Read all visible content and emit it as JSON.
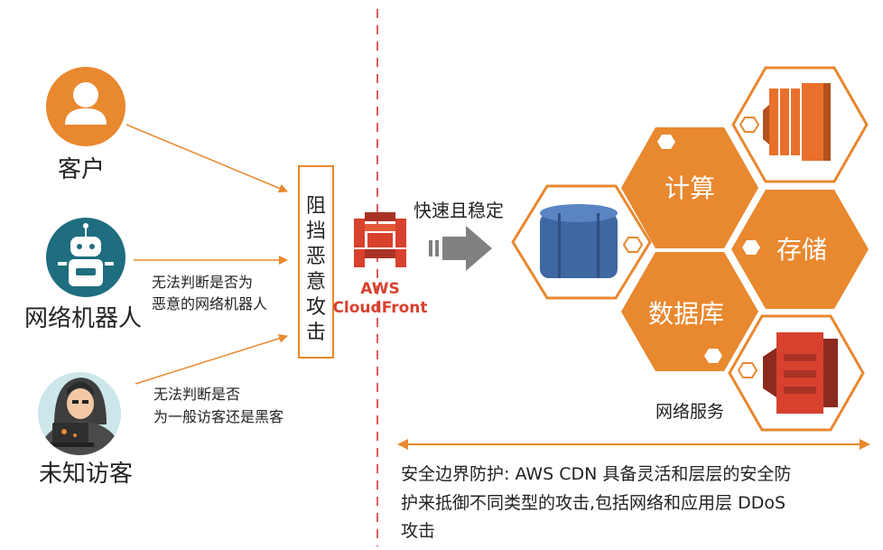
{
  "actors": [
    {
      "label": "客户",
      "icon": "person-icon"
    },
    {
      "label": "网络机器人",
      "icon": "robot-icon"
    },
    {
      "label": "未知访客",
      "icon": "hacker-icon"
    }
  ],
  "notes": {
    "robot_line1": "无法判断是否为",
    "robot_line2": "恶意的网络机器人",
    "unknown_line1": "无法判断是否",
    "unknown_line2": "为一般访客还是黑客"
  },
  "block_box": {
    "text": "阻挡恶意攻击"
  },
  "cloudfront": {
    "line1": "AWS",
    "line2": "CloudFront",
    "icon": "cloudfront-logo-icon"
  },
  "flow_label": "快速且稳定",
  "services": {
    "compute": "计算",
    "storage": "存储",
    "database": "数据库",
    "network": "网络服务"
  },
  "footer": {
    "line1": "安全边界防护: AWS CDN 具备灵活和层层的安全防",
    "line2": "护来抵御不同类型的攻击,包括网络和应用层 DDoS",
    "line3": "攻击"
  },
  "colors": {
    "orange": "#E8882F",
    "cloudfront_red": "#D8412D",
    "db_blue": "#3F67A2",
    "s3_red": "#D8412D",
    "ec2_orange": "#E8702A",
    "arrow_gray": "#808080",
    "person_teal": "#1E6E7F",
    "divider_red": "#E35A5A"
  }
}
